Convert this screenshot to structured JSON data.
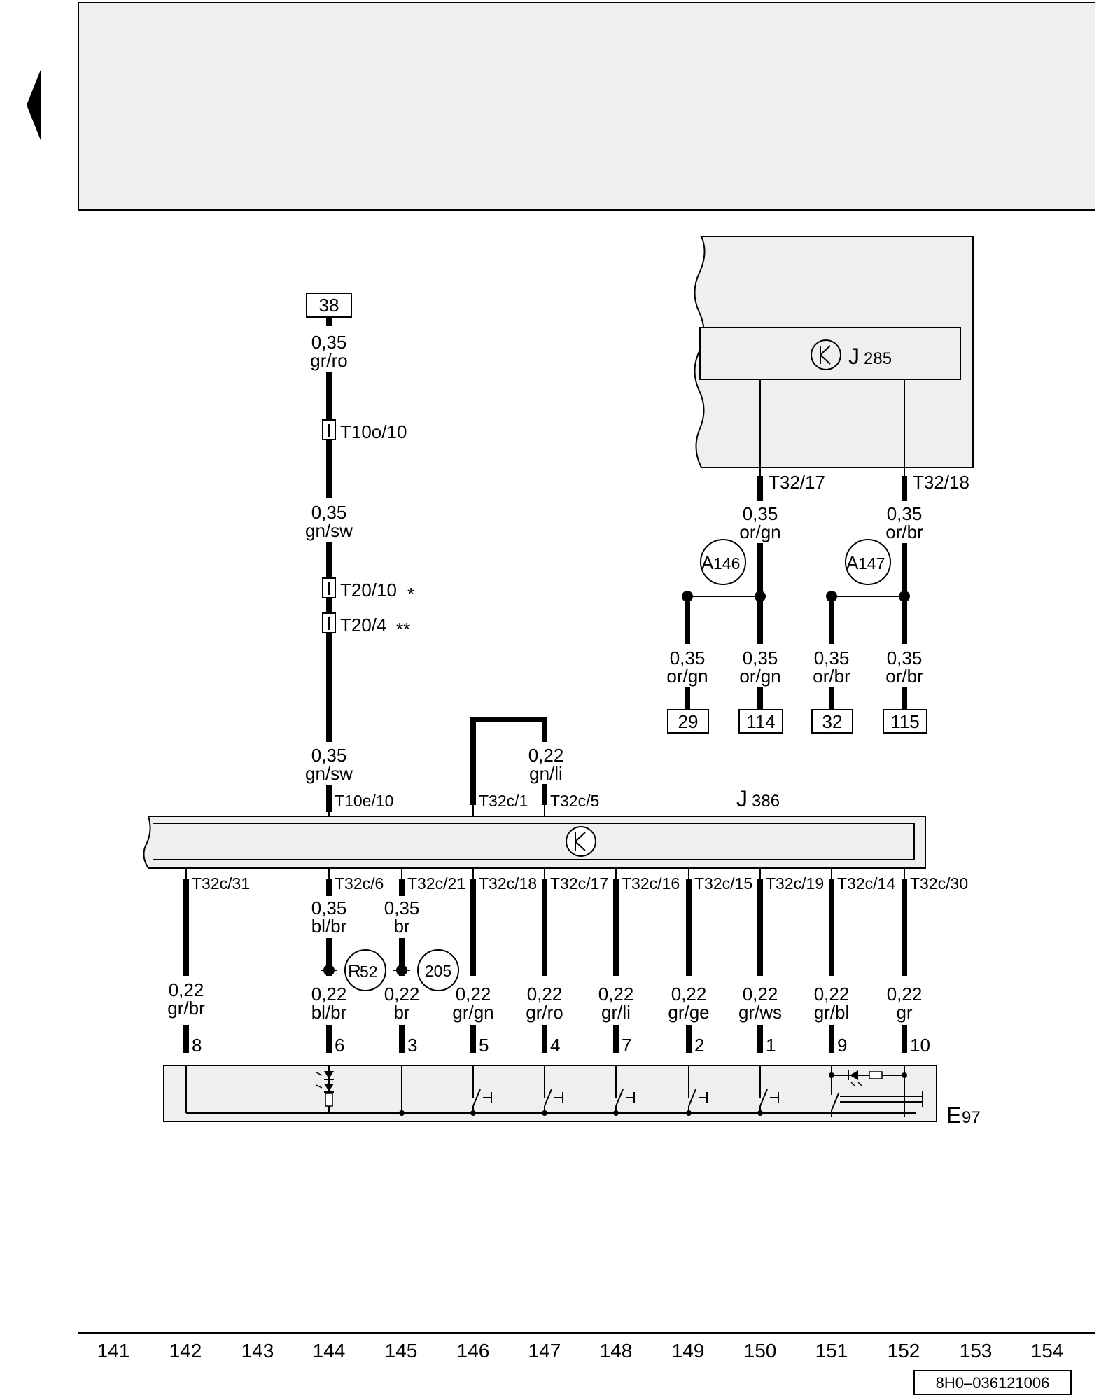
{
  "connector_ref": "38",
  "left_feed": {
    "wire1": {
      "size": "0,35",
      "color": "gr/ro"
    },
    "conn1": "T10o/10",
    "wire2": {
      "size": "0,35",
      "color": "gn/sw"
    },
    "conn2": "T20/10",
    "conn2_mark": "*",
    "conn3": "T20/4",
    "conn3_mark": "**",
    "wire3": {
      "size": "0,35",
      "color": "gn/sw"
    },
    "conn4": "T10e/10"
  },
  "j285": {
    "label": "J",
    "num": "285",
    "pins": [
      "T32/17",
      "T32/18"
    ],
    "wires": [
      {
        "size": "0,35",
        "color": "or/gn"
      },
      {
        "size": "0,35",
        "color": "or/br"
      }
    ],
    "splices": [
      {
        "label": "A",
        "num": "146"
      },
      {
        "label": "A",
        "num": "147"
      }
    ],
    "branches": [
      {
        "size": "0,35",
        "color": "or/gn",
        "ref": "29"
      },
      {
        "size": "0,35",
        "color": "or/gn",
        "ref": "114"
      },
      {
        "size": "0,35",
        "color": "or/br",
        "ref": "32"
      },
      {
        "size": "0,35",
        "color": "or/br",
        "ref": "115"
      }
    ]
  },
  "bridge": {
    "pin_a": "T32c/1",
    "pin_b": "T32c/5",
    "size": "0,22",
    "color": "gn/li"
  },
  "j386": {
    "label": "J",
    "num": "386"
  },
  "bottom_pins": [
    "T32c/31",
    "T32c/6",
    "T32c/21",
    "T32c/18",
    "T32c/17",
    "T32c/16",
    "T32c/15",
    "T32c/19",
    "T32c/14",
    "T32c/30"
  ],
  "upper_wires": [
    {
      "size": "0,35",
      "color": "bl/br"
    },
    {
      "size": "0,35",
      "color": "br"
    }
  ],
  "grounds": [
    {
      "label": "R",
      "num": "52"
    },
    {
      "label": "205",
      "num": ""
    }
  ],
  "lower_wires": [
    {
      "size": "0,22",
      "color": "gr/br",
      "pin": "8"
    },
    {
      "size": "0,22",
      "color": "bl/br",
      "pin": "6"
    },
    {
      "size": "0,22",
      "color": "br",
      "pin": "3"
    },
    {
      "size": "0,22",
      "color": "gr/gn",
      "pin": "5"
    },
    {
      "size": "0,22",
      "color": "gr/ro",
      "pin": "4"
    },
    {
      "size": "0,22",
      "color": "gr/li",
      "pin": "7"
    },
    {
      "size": "0,22",
      "color": "gr/ge",
      "pin": "2"
    },
    {
      "size": "0,22",
      "color": "gr/ws",
      "pin": "1"
    },
    {
      "size": "0,22",
      "color": "gr/bl",
      "pin": "9"
    },
    {
      "size": "0,22",
      "color": "gr",
      "pin": "10"
    }
  ],
  "e97": {
    "label": "E",
    "num": "97"
  },
  "column_numbers": [
    "141",
    "142",
    "143",
    "144",
    "145",
    "146",
    "147",
    "148",
    "149",
    "150",
    "151",
    "152",
    "153",
    "154"
  ],
  "doc_code": "8H0–036121006",
  "colors": {
    "panel_gray": "#efefef",
    "line": "#000000"
  }
}
